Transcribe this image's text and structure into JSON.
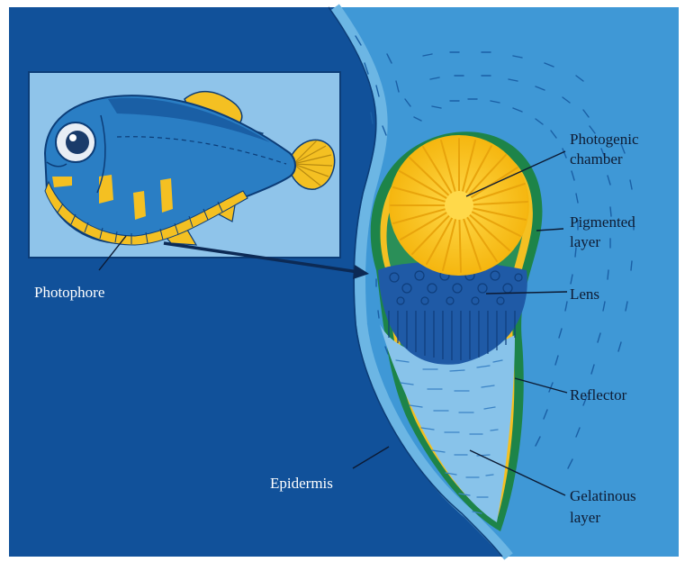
{
  "labels": {
    "photophore": "Photophore",
    "epidermis": "Epidermis",
    "photogenic_1": "Photogenic",
    "photogenic_2": "chamber",
    "pigmented_1": "Pigmented",
    "pigmented_2": "layer",
    "lens": "Lens",
    "reflector": "Reflector",
    "gelatinous_1": "Gelatinous",
    "gelatinous_2": "layer"
  },
  "colors": {
    "deep_water": "#11519a",
    "skin_tissue": "#3f98d6",
    "epidermis_band": "#6cb6e4",
    "pigmented_layer": "#1d8449",
    "photogenic_yellow": "#f8c21a",
    "lens_blue": "#1f5aa6",
    "gelatinous": "#88c3ea",
    "fish_body": "#2a7ec4",
    "inset_background": "#8fc4ea"
  }
}
